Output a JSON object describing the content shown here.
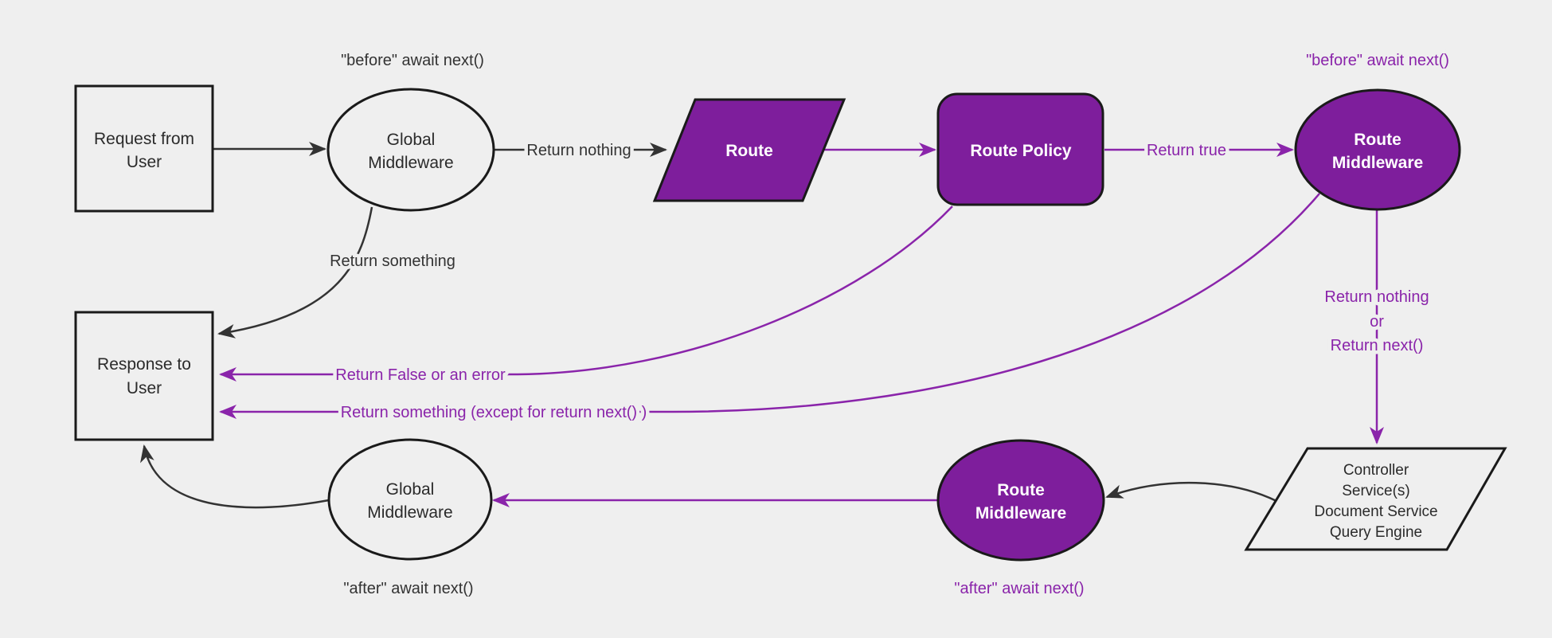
{
  "diagram": {
    "background_color": "#efefef",
    "purple_fill": "#7e1e9c",
    "purple_stroke": "#8a24aa",
    "black_stroke": "#333333",
    "nodes": {
      "request_user": {
        "line1": "Request from",
        "line2": "User"
      },
      "global_mw_top": {
        "line1": "Global",
        "line2": "Middleware"
      },
      "route": {
        "label": "Route"
      },
      "route_policy": {
        "label": "Route Policy"
      },
      "route_mw_top": {
        "line1": "Route",
        "line2": "Middleware"
      },
      "controller": {
        "line1": "Controller",
        "line2": "Service(s)",
        "line3": "Document Service",
        "line4": "Query Engine"
      },
      "route_mw_bottom": {
        "line1": "Route",
        "line2": "Middleware"
      },
      "global_mw_bottom": {
        "line1": "Global",
        "line2": "Middleware"
      },
      "response_user": {
        "line1": "Response to",
        "line2": "User"
      }
    },
    "edge_labels": {
      "before_await_top_left": "\"before\" await next()",
      "before_await_top_right": "\"before\" await next()",
      "return_nothing": "Return nothing",
      "return_true": "Return true",
      "return_something": "Return something",
      "return_nothing_or": {
        "line1": "Return nothing",
        "line2": "or",
        "line3": "Return next()"
      },
      "return_false": "Return False or an error",
      "return_something_except": "Return something (except for return next() )",
      "after_await_bottom_left": "\"after\" await next()",
      "after_await_bottom_middle": "\"after\" await next()"
    }
  }
}
